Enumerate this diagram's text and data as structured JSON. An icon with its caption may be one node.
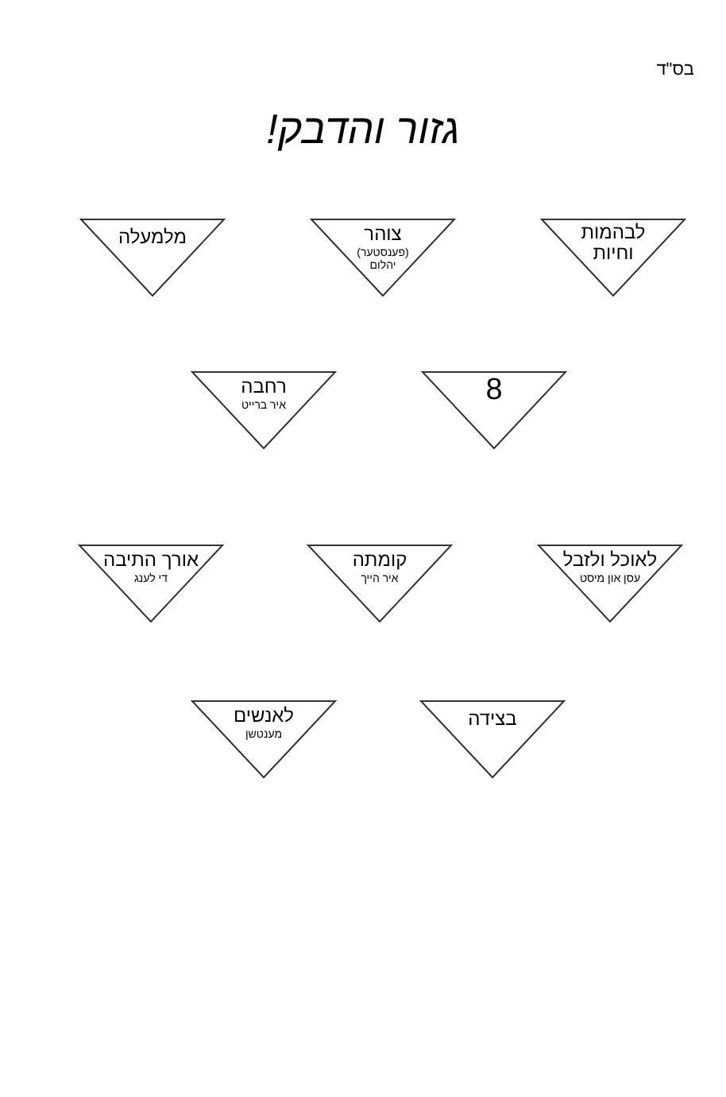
{
  "diagram": {
    "title": "גזור והדבק!",
    "nodes": [
      {
        "text": [
          "לבהמות וחיות"
        ]
      },
      {
        "text": [
          "צוהר",
          "(פענסטער) יהלום"
        ]
      },
      {
        "text": [
          "מלמעלה"
        ]
      },
      {
        "text": [
          "8"
        ]
      },
      {
        "text": [
          "רחבה",
          "איר ברייט"
        ]
      },
      {
        "text": [
          "לאוכל ולזבל",
          "עסן און מיסט"
        ]
      },
      {
        "text": [
          "קומתה",
          "איר הייך"
        ]
      },
      {
        "text": [
          "אורך התיבה",
          "די לענג"
        ]
      },
      {
        "text": [
          "בצידה"
        ]
      },
      {
        "text": [
          "לאנשים",
          "מענטשן"
        ]
      }
    ],
    "labels": [
      "בס\"ד"
    ]
  }
}
